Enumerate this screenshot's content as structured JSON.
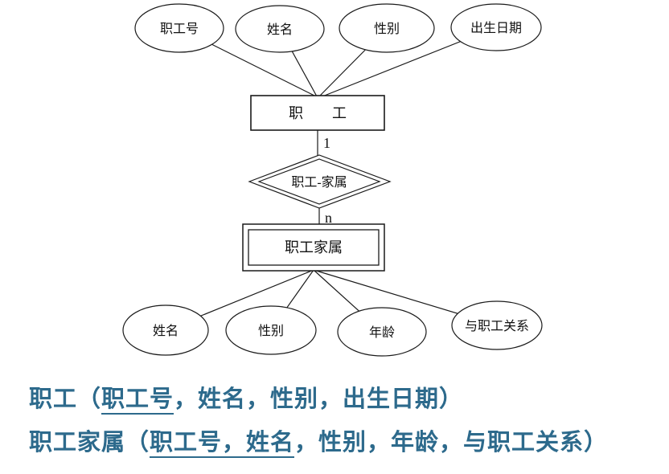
{
  "er_diagram": {
    "employee": {
      "label": "职　　工",
      "attributes": [
        "职工号",
        "姓名",
        "性别",
        "出生日期"
      ]
    },
    "relationship": {
      "label": "职工-家属",
      "cardinality_top": "1",
      "cardinality_bottom": "n"
    },
    "dependent": {
      "label": "职工家属",
      "attributes": [
        "姓名",
        "性别",
        "年龄",
        "与职工关系"
      ]
    }
  },
  "schema_lines": [
    {
      "segments": [
        {
          "text": "职工（",
          "underline": false
        },
        {
          "text": "职工号",
          "underline": true
        },
        {
          "text": "，姓名，性别，出生日期）",
          "underline": false
        }
      ]
    },
    {
      "segments": [
        {
          "text": "职工家属（",
          "underline": false
        },
        {
          "text": "职工号，姓名",
          "underline": true
        },
        {
          "text": "，性别，年龄，与职工关系）",
          "underline": false
        }
      ]
    }
  ],
  "colors": {
    "schema_text": "#2d6a8c",
    "diagram_stroke": "#1a1a1a"
  }
}
